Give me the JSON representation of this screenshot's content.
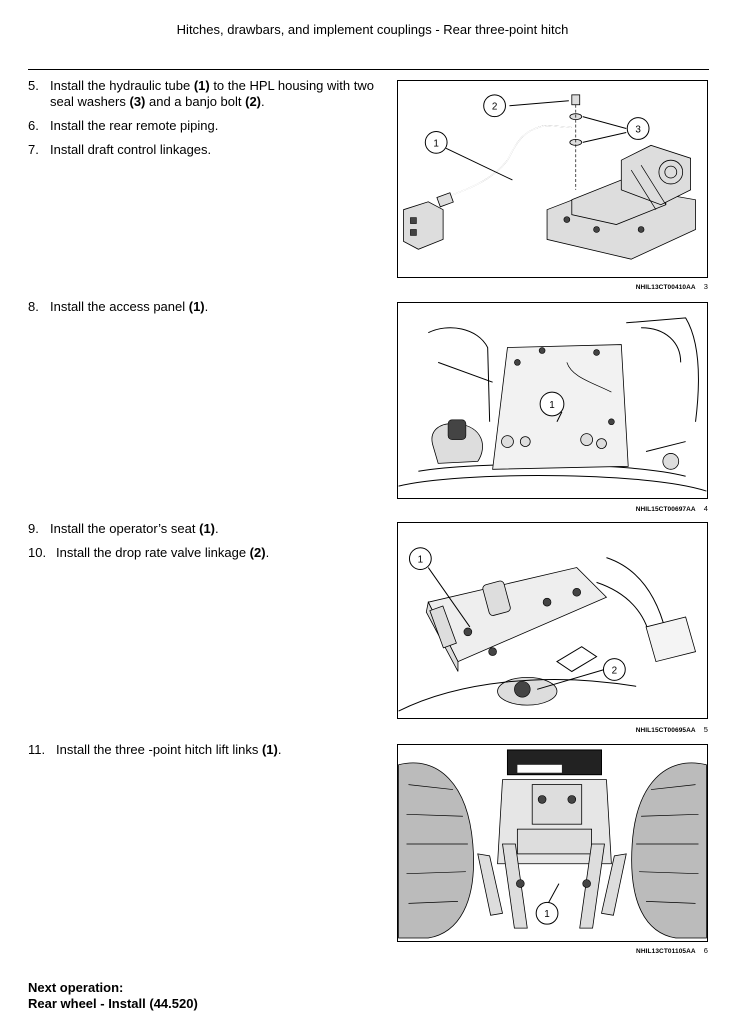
{
  "header": {
    "title": "Hitches, drawbars, and implement couplings - Rear three-point hitch"
  },
  "steps": [
    {
      "num": "5.",
      "pre": "Install the hydraulic tube ",
      "b1": "(1)",
      "mid1": " to the HPL housing with two seal washers ",
      "b2": "(3)",
      "mid2": " and a banjo bolt ",
      "b3": "(2)",
      "post": "."
    },
    {
      "num": "6.",
      "text": "Install the rear remote piping."
    },
    {
      "num": "7.",
      "text": "Install draft control linkages."
    },
    {
      "num": "8.",
      "pre": "Install the access panel ",
      "b1": "(1)",
      "post": "."
    },
    {
      "num": "9.",
      "pre": "Install the operator’s seat ",
      "b1": "(1)",
      "post": "."
    },
    {
      "num": "10.",
      "pre": "Install the drop rate valve linkage ",
      "b1": "(2)",
      "post": "."
    },
    {
      "num": "11.",
      "pre": "Install the three -point hitch lift links ",
      "b1": "(1)",
      "post": "."
    }
  ],
  "figures": [
    {
      "code": "NHIL13CT00410AA",
      "number": "3",
      "callouts": [
        "1",
        "2",
        "3"
      ]
    },
    {
      "code": "NHIL15CT00697AA",
      "number": "4",
      "callouts": [
        "1"
      ]
    },
    {
      "code": "NHIL15CT00695AA",
      "number": "5",
      "callouts": [
        "1",
        "2"
      ]
    },
    {
      "code": "NHIL13CT01105AA",
      "number": "6",
      "callouts": [
        "1"
      ]
    }
  ],
  "next_operation": {
    "label": "Next operation:",
    "link": "Rear wheel - Install (44.520)"
  }
}
